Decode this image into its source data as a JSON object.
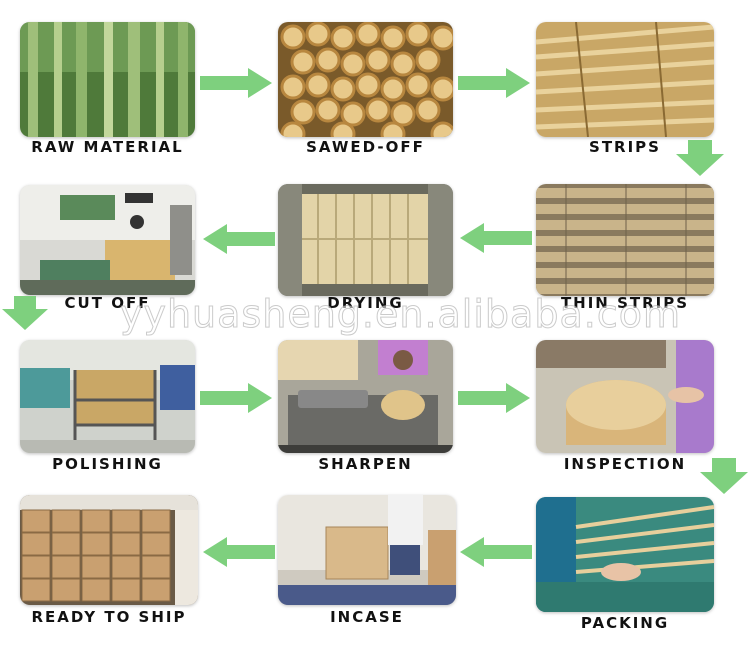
{
  "steps": [
    {
      "id": "raw_material",
      "label": "RAW MATERIAL"
    },
    {
      "id": "sawed_off",
      "label": "SAWED-OFF"
    },
    {
      "id": "strips",
      "label": "STRIPS"
    },
    {
      "id": "thin_strips",
      "label": "THIN STRIPS"
    },
    {
      "id": "drying",
      "label": "DRYING"
    },
    {
      "id": "cut_off",
      "label": "CUT OFF"
    },
    {
      "id": "polishing",
      "label": "POLISHING"
    },
    {
      "id": "sharpen",
      "label": "SHARPEN"
    },
    {
      "id": "inspection",
      "label": "INSPECTION"
    },
    {
      "id": "packing",
      "label": "PACKING"
    },
    {
      "id": "incase",
      "label": "INCASE"
    },
    {
      "id": "ready_to_ship",
      "label": "READY TO SHIP"
    }
  ],
  "watermark": "yyhuasheng.en.alibaba.com",
  "colors": {
    "arrow": "#7ed07e",
    "label": "#111111"
  }
}
